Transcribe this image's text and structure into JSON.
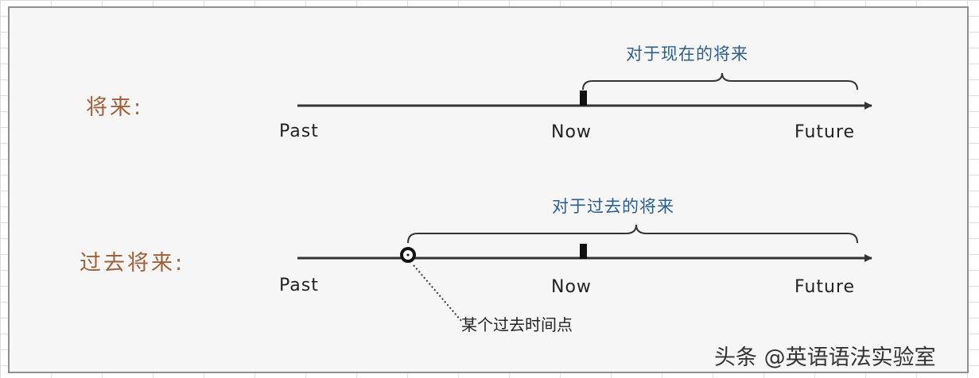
{
  "future_row": {
    "label": "将来:",
    "brace_label": "对于现在的将来",
    "axis": {
      "past": "Past",
      "now": "Now",
      "future": "Future"
    }
  },
  "past_future_row": {
    "label": "过去将来:",
    "brace_label": "对于过去的将来",
    "axis": {
      "past": "Past",
      "now": "Now",
      "future": "Future"
    },
    "point_note": "某个过去时间点"
  },
  "watermark": "头条 @英语语法实验室",
  "colors": {
    "row_label": "#a0603a",
    "brace_label": "#2d5f8a",
    "line": "#333333"
  }
}
